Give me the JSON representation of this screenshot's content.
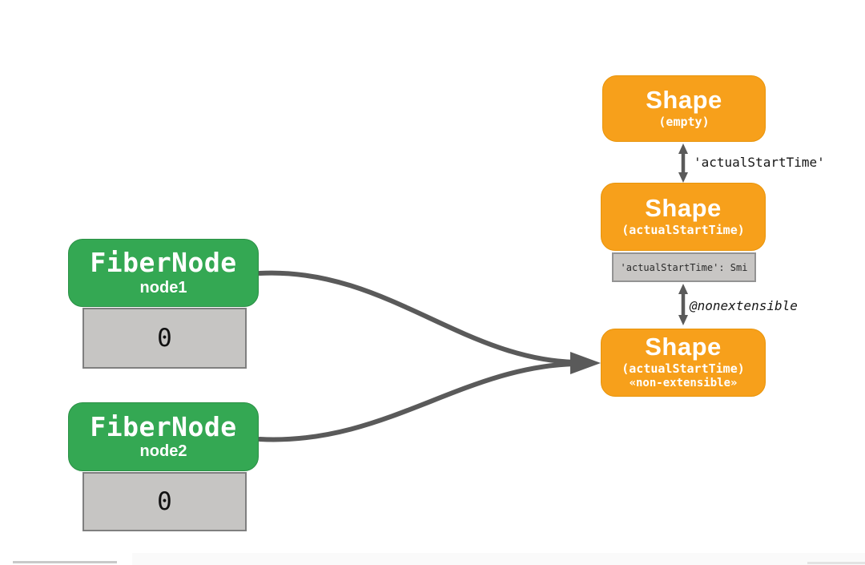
{
  "diagram": {
    "type": "object-shape-transition-diagram",
    "colors": {
      "green": "#34A853",
      "orange": "#F7A01B",
      "slot_gray": "#C6C5C3",
      "arrow_gray": "#5A5A5A",
      "background": "#FFFFFF"
    },
    "fiber_nodes": [
      {
        "title": "FiberNode",
        "subtitle": "node1",
        "slot_value": "0"
      },
      {
        "title": "FiberNode",
        "subtitle": "node2",
        "slot_value": "0"
      }
    ],
    "shapes": [
      {
        "title": "Shape",
        "lines": [
          "(empty)"
        ]
      },
      {
        "title": "Shape",
        "lines": [
          "(actualStartTime)"
        ],
        "attr": "'actualStartTime': Smi"
      },
      {
        "title": "Shape",
        "lines": [
          "(actualStartTime)",
          "«non-extensible»"
        ]
      }
    ],
    "edge_labels": [
      {
        "text": "'actualStartTime'"
      },
      {
        "text": "@nonextensible"
      }
    ]
  }
}
